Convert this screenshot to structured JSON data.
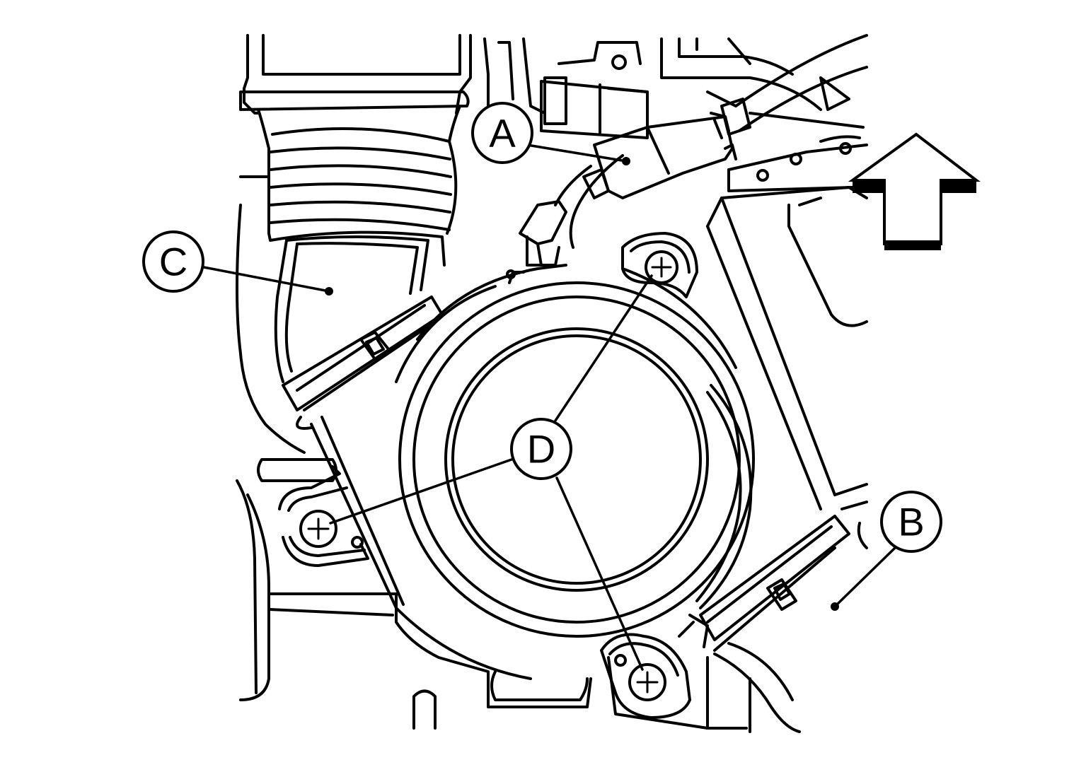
{
  "callouts": {
    "a": "A",
    "b": "B",
    "c": "C",
    "d": "D"
  },
  "colors": {
    "line": "#000000",
    "background": "#ffffff"
  },
  "icons": {
    "direction": "front-arrow-icon",
    "bolt": "screw-head-icon"
  }
}
